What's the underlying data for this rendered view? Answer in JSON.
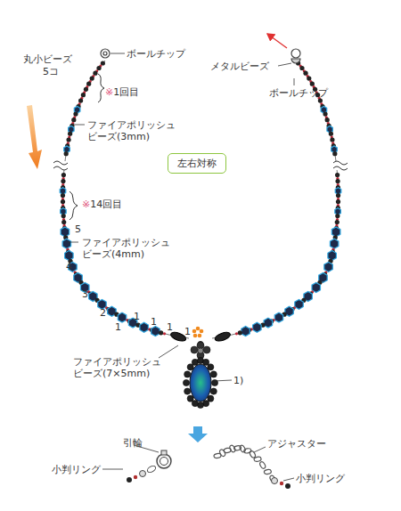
{
  "diagram": {
    "nodes": [
      {
        "text": [
          "左右対称"
        ]
      }
    ],
    "labels": [
      "丸小ビーズ",
      "5コ",
      "ボールチップ",
      "メタルビーズ",
      "ボールチップ",
      "※1回目",
      "ファイアポリッシュ ビーズ(3mm)",
      "※14回目",
      "5",
      "ファイアポリッシュ ビーズ(4mm)",
      "4",
      "3",
      "2",
      "1",
      "1",
      "1",
      "1",
      "1",
      "ファイアポリッシュ ビーズ(7×5mm)",
      "1)",
      "引輪",
      "小判リング",
      "アジャスター",
      "小判リング"
    ]
  }
}
